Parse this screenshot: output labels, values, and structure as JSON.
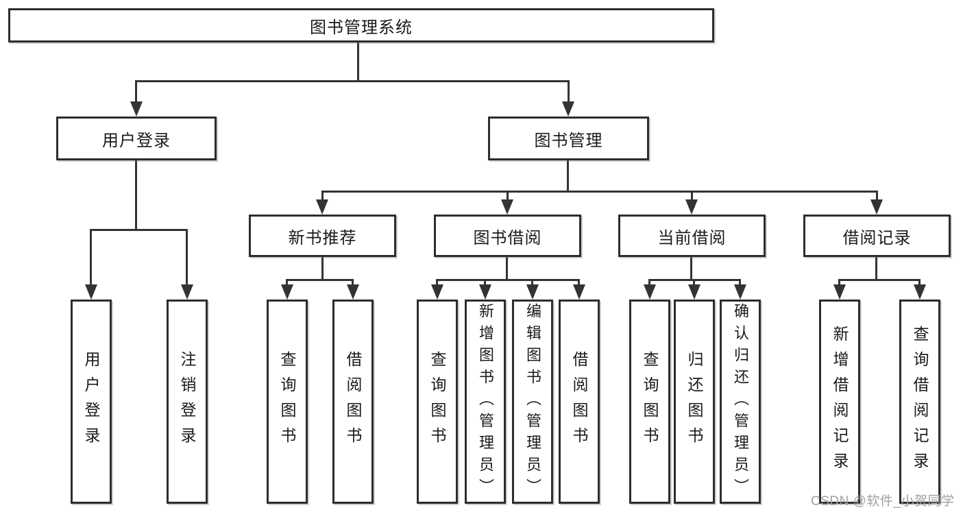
{
  "root": {
    "label": "图书管理系统"
  },
  "level2": {
    "user_login": "用户登录",
    "book_mgmt": "图书管理"
  },
  "level3": {
    "new_books": "新书推荐",
    "borrowing": "图书借阅",
    "current": "当前借阅",
    "records": "借阅记录"
  },
  "leaves": {
    "user_login": [
      "用户登录",
      "注销登录"
    ],
    "new_books": [
      "查询图书",
      "借阅图书"
    ],
    "borrowing": [
      "查询图书",
      "新增图书（管理员）",
      "编辑图书（管理员）",
      "借阅图书"
    ],
    "current": [
      "查询图书",
      "归还图书",
      "确认归还（管理员）"
    ],
    "records": [
      "新增借阅记录",
      "查询借阅记录"
    ]
  },
  "watermark": {
    "text": "CSDN @软件_小贺同学"
  },
  "colors": {
    "line": "#333333",
    "box_border": "#2d2d2d",
    "box_fill": "#ffffff",
    "text": "#1a1a1a",
    "watermark": "#a0a0a0",
    "background": "#ffffff"
  }
}
